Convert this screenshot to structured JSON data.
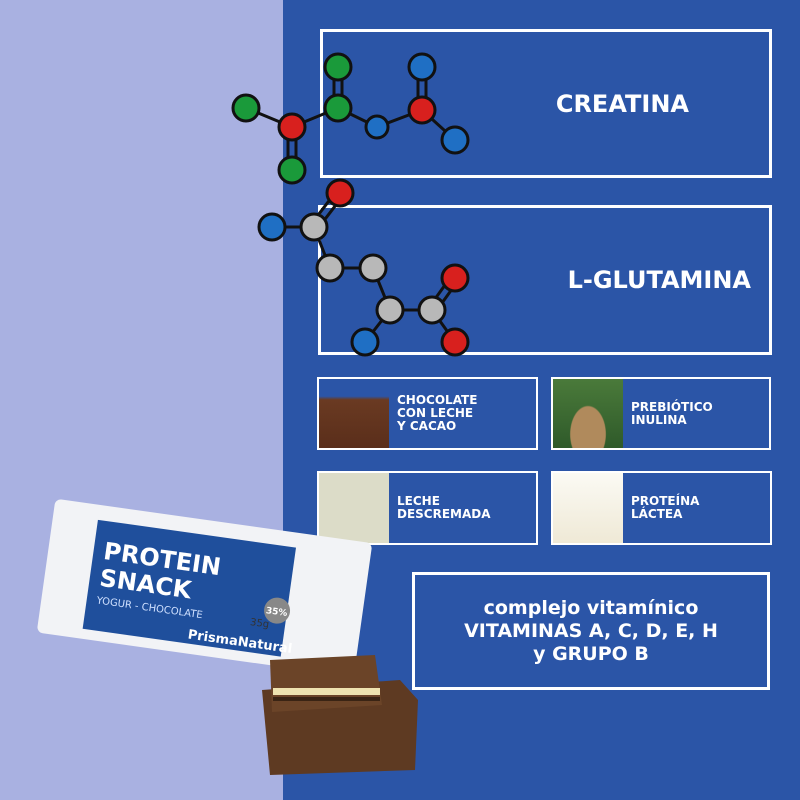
{
  "colors": {
    "background": "#a9b1e1",
    "panel": "#2b55a7",
    "atom_green": "#1a9a3a",
    "atom_red": "#d8201e",
    "atom_blue": "#1f6fc4",
    "atom_gray": "#b8b8b8"
  },
  "boxes": {
    "creatina": "CREATINA",
    "glutamina": "L-GLUTAMINA"
  },
  "cards": [
    {
      "label": "CHOCOLATE\nCON LECHE\nY CACAO",
      "image": "chocolate-photo"
    },
    {
      "label": "PREBIÓTICO\nINULINA",
      "image": "chicory-root-photo"
    },
    {
      "label": "LECHE\nDESCREMADA",
      "image": "milk-powder-photo"
    },
    {
      "label": "PROTEÍNA\nLÁCTEA",
      "image": "milk-pour-photo"
    }
  ],
  "vitamins": {
    "line1": "complejo vitamínico",
    "line2": "VITAMINAS A, C, D, E, H",
    "line3": "y GRUPO B"
  },
  "product": {
    "brand_line1": "PROTEIN",
    "brand_line2": "SNACK",
    "flavor": "YOGUR - CHOCOLATE",
    "weight": "35g",
    "badge": "35%",
    "logo": "PrismaNatural"
  }
}
